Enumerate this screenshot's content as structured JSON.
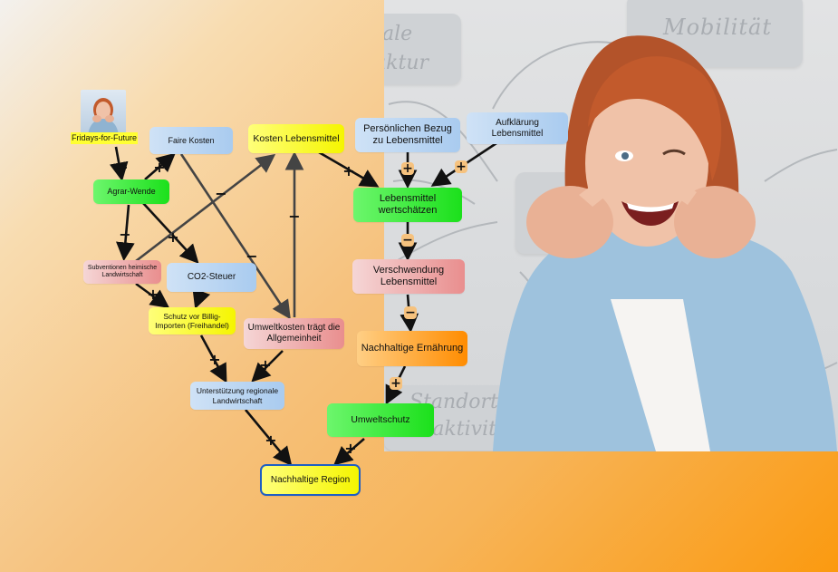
{
  "background_tiles": {
    "t1": "ale",
    "t1b": "uktur",
    "t2": "Mobilität",
    "t3": "Standort-",
    "t3b": "attraktivität"
  },
  "nodes": {
    "fridays": "Fridays-for-Future",
    "faire_kosten": "Faire Kosten",
    "kosten_lebensmittel": "Kosten Lebensmittel",
    "persoenlicher_bezug": "Persönlichen Bezug zu Lebensmittel",
    "aufklaerung": "Aufklärung Lebensmittel",
    "agrar_wende": "Agrar-Wende",
    "lebensmittel_wertschaetzen": "Lebensmittel wertschätzen",
    "subventionen": "Subventionen heimische Landwirtschaft",
    "co2_steuer": "CO2-Steuer",
    "verschwendung": "Verschwendung Lebensmittel",
    "schutz": "Schutz vor Billig-Importen (Freihandel)",
    "umweltkosten": "Umweltkosten trägt die Allgemeinheit",
    "nachhaltige_ernaehrung": "Nachhaltige Ernährung",
    "unterstuetzung": "Unterstützung regionale Landwirtschaft",
    "umweltschutz": "Umweltschutz",
    "nachhaltige_region": "Nachhaltige Region"
  },
  "signs": {
    "plus": "+",
    "minus": "−"
  },
  "colors": {
    "blue": "#a9cbef",
    "green": "#1be01b",
    "pink": "#e98e8e",
    "yellow": "#f5f500",
    "orange": "#ff8c00",
    "arrow": "#111111",
    "arrow_grey": "#444444",
    "focus_border": "#1f5fc4"
  }
}
